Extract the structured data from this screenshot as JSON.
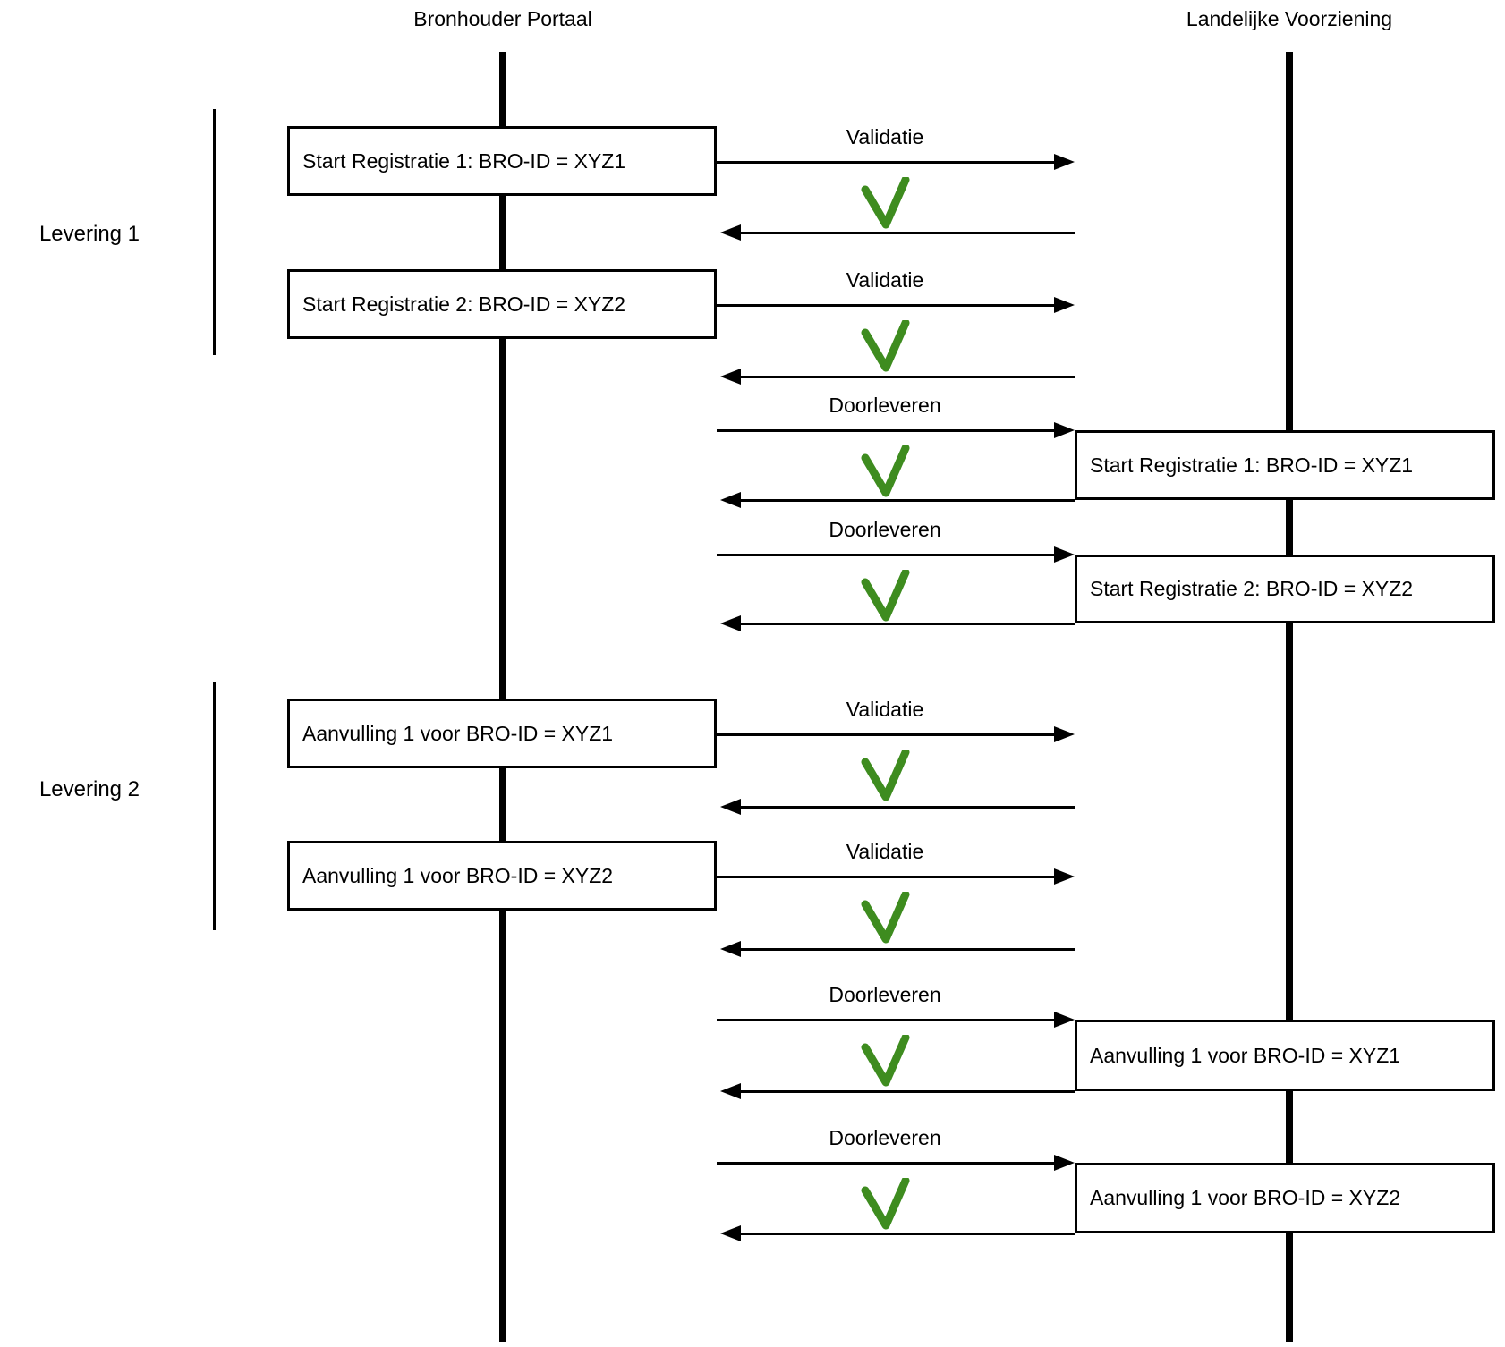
{
  "lanes": {
    "left": "Bronhouder Portaal",
    "right": "Landelijke Voorziening"
  },
  "groups": [
    {
      "label": "Levering 1"
    },
    {
      "label": "Levering 2"
    }
  ],
  "interactions": [
    {
      "arrow_label": "Validatie",
      "box_side": "left",
      "box_label": "Start Registratie 1: BRO-ID = XYZ1",
      "result": "check"
    },
    {
      "arrow_label": "Validatie",
      "box_side": "left",
      "box_label": "Start Registratie 2: BRO-ID = XYZ2",
      "result": "check"
    },
    {
      "arrow_label": "Doorleveren",
      "box_side": "right",
      "box_label": "Start Registratie 1: BRO-ID = XYZ1",
      "result": "check"
    },
    {
      "arrow_label": "Doorleveren",
      "box_side": "right",
      "box_label": "Start Registratie 2: BRO-ID = XYZ2",
      "result": "check"
    },
    {
      "arrow_label": "Validatie",
      "box_side": "left",
      "box_label": "Aanvulling 1 voor BRO-ID = XYZ1",
      "result": "check"
    },
    {
      "arrow_label": "Validatie",
      "box_side": "left",
      "box_label": "Aanvulling 1 voor BRO-ID = XYZ2",
      "result": "check"
    },
    {
      "arrow_label": "Doorleveren",
      "box_side": "right",
      "box_label": "Aanvulling 1 voor BRO-ID = XYZ1",
      "result": "check"
    },
    {
      "arrow_label": "Doorleveren",
      "box_side": "right",
      "box_label": "Aanvulling 1 voor BRO-ID = XYZ2",
      "result": "check"
    }
  ],
  "colors": {
    "line": "#000000",
    "check": "#3e8c1f",
    "background": "#ffffff"
  }
}
